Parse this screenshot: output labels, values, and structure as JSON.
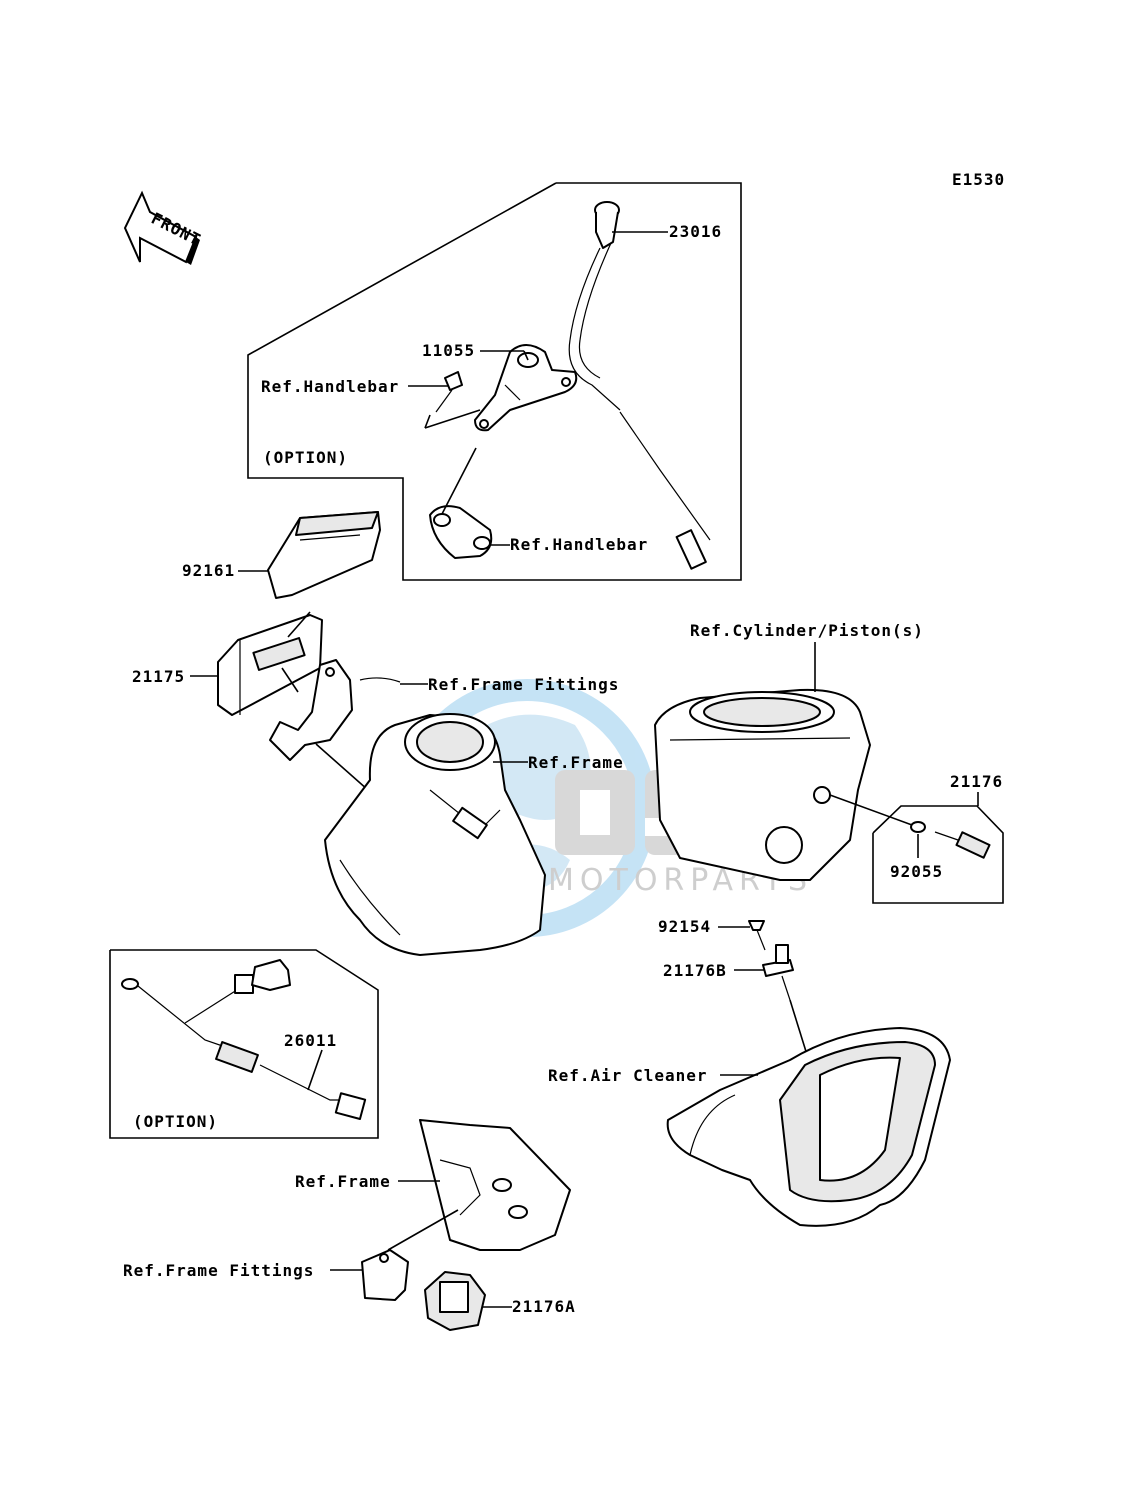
{
  "diagram_code": "E1530",
  "front_arrow": "FRONT",
  "watermark": {
    "logo": "OSM",
    "tagline": "MOTORPARTS"
  },
  "option_labels": {
    "top": "(OPTION)",
    "bottom": "(OPTION)"
  },
  "labels": {
    "p23016": "23016",
    "p11055": "11055",
    "ref_handlebar_1": "Ref.Handlebar",
    "ref_handlebar_2": "Ref.Handlebar",
    "p92161": "92161",
    "p21175": "21175",
    "ref_frame_fittings_1": "Ref.Frame Fittings",
    "ref_frame_1": "Ref.Frame",
    "ref_cylinder": "Ref.Cylinder/Piston(s)",
    "p21176": "21176",
    "p92055": "92055",
    "p92154": "92154",
    "p21176b": "21176B",
    "ref_air_cleaner": "Ref.Air Cleaner",
    "p26011": "26011",
    "ref_frame_2": "Ref.Frame",
    "ref_frame_fittings_2": "Ref.Frame Fittings",
    "p21176a": "21176A"
  },
  "icons": {
    "front_arrow": "front-arrow-icon",
    "watermark": "globe-logo-icon"
  }
}
